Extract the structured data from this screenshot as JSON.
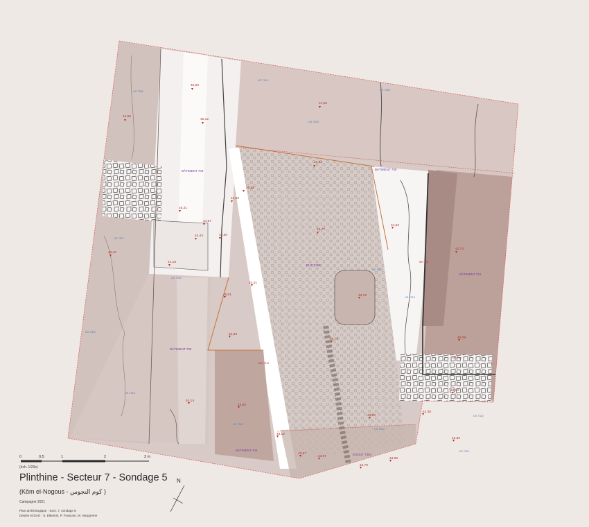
{
  "map": {
    "title": "Plinthine - Secteur 7 - Sondage 5",
    "subtitle": "(Kôm el-Nogous - كوم النجوس )",
    "campaign": "Campagne 2021",
    "credits": [
      "Plan archéologique - Sect. 7, sondage 5",
      "Dessin et DAO : S. Elkemiri, P. François, M. Vangoeme"
    ],
    "north_label": "N",
    "scale": {
      "ticks": [
        "0",
        "0,5",
        "1",
        "2",
        "3 m"
      ],
      "note": "(éch. 1/20e)"
    },
    "buildings": [
      {
        "label": "BÂTIMENT 703"
      },
      {
        "label": "BÂTIMENT 705"
      },
      {
        "label": "BÂTIMENT 706"
      },
      {
        "label": "BÂTIMENT 704"
      },
      {
        "label": "BÂTIMENT 751"
      },
      {
        "label": "RUE 7366"
      },
      {
        "label": "EGOUT 7363"
      }
    ],
    "elevations": [
      {
        "v": "45,50"
      },
      {
        "v": "45,12"
      },
      {
        "v": "44,55"
      },
      {
        "v": "44,96"
      },
      {
        "v": "43,94"
      },
      {
        "v": "45,98"
      },
      {
        "v": "44,50"
      },
      {
        "v": "45,31"
      },
      {
        "v": "44,67"
      },
      {
        "v": "44,44"
      },
      {
        "v": "44,50"
      },
      {
        "v": "44,18"
      },
      {
        "v": "46,40"
      },
      {
        "v": "43,72"
      },
      {
        "v": "44,62"
      },
      {
        "v": "42,73"
      },
      {
        "v": "44,31"
      },
      {
        "v": "45,01"
      },
      {
        "v": "43,75"
      },
      {
        "v": "44,69"
      },
      {
        "v": "44,79"
      },
      {
        "v": "45,09"
      },
      {
        "v": "44,14"
      },
      {
        "v": "43,92"
      },
      {
        "v": "44,10"
      },
      {
        "v": "44,38"
      },
      {
        "v": "43,90"
      },
      {
        "v": "46,12"
      },
      {
        "v": "43,87"
      },
      {
        "v": "43,97"
      },
      {
        "v": "43,70"
      },
      {
        "v": "43,56"
      },
      {
        "v": "43,80"
      }
    ],
    "us_labels": [
      "US 7306",
      "US 7310",
      "US 7308",
      "US 7303",
      "US 7307",
      "US 7302",
      "US 7313",
      "US 7304",
      "US 7315",
      "US 7342",
      "US 7305",
      "US 7309",
      "US 7300",
      "MR 7312",
      "MR 702",
      "MR 7xx",
      "US 7340"
    ],
    "colors": {
      "background": "#efe9e6",
      "trench_outline": "#d9534f",
      "elevation_text": "#b1342c",
      "building_text": "#7b3aa0",
      "us_text": "#4f7fb8",
      "fill_light": "#dccfcb",
      "fill_mid": "#cdb9b3",
      "fill_dark": "#b39a92"
    }
  }
}
